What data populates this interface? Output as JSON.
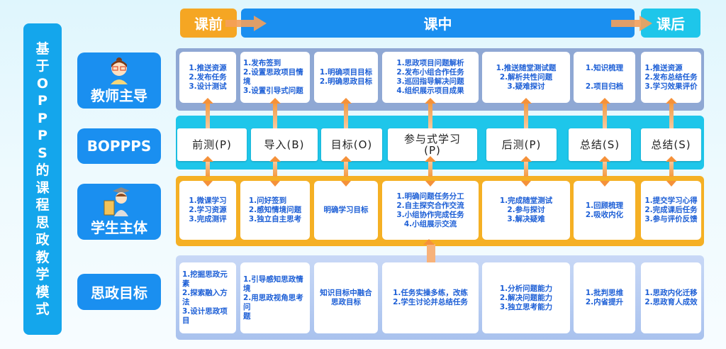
{
  "title_chars": [
    "基",
    "于",
    "O",
    "P",
    "P",
    "P",
    "S",
    "的",
    "课",
    "程",
    "思",
    "政",
    "教",
    "学",
    "模",
    "式"
  ],
  "phases": {
    "before": "课前",
    "during": "课中",
    "after": "课后"
  },
  "rows": {
    "teacher": "教师主导",
    "boppps": "BOPPPS",
    "student": "学生主体",
    "sizheng": "思政目标"
  },
  "teacher_boxes": [
    "1.推送资源\n2.发布任务\n3.设计测试",
    "1.发布签到\n2.设置思政项目情境\n3.设置引导式问题",
    "1.明确项目目标\n2.明确思政目标",
    "1.思政项目问题解析\n2.发布小组合作任务\n3.巡回指导解决问题\n4.组织展示项目成果",
    "1.推送随堂测试题\n2.解析共性问题\n3.疑难探讨",
    "1.知识梳理\n\n2.项目归档",
    "1.推送资源\n2.发布总结任务\n3.学习效果评价"
  ],
  "boppps_boxes": [
    "前测(P)",
    "导入(B)",
    "目标(O)",
    "参与式学习\n(P)",
    "后测(P)",
    "总结(S)",
    "总结(S)"
  ],
  "student_boxes": [
    "1.微课学习\n2.学习资源\n3.完成测评",
    "1.问好签到\n2.感知情境问题\n3.独立自主思考",
    "明确学习目标",
    "1.明确问题任务分工\n2.自主探究合作交流\n3.小组协作完成任务\n4.小组展示交流",
    "1.完成随堂测试\n2.参与探讨\n3.解决疑难",
    "1.回顾梳理\n2.吸收内化",
    "1.提交学习心得\n2.完成课后任务\n3.参与评价反馈"
  ],
  "sizheng_boxes": [
    "1.挖掘思政元素\n2.探索融入方法\n3.设计思政项目",
    "1.引导感知思政情境\n2.用思政视角思考问\n题",
    "知识目标中融合\n思政目标",
    "1.任务实操多练，改练\n2.学生讨论并总结任务",
    "1.分析问题能力\n2.解决问题能力\n3.独立思考能力",
    "1.批判思维\n2.内省提升",
    "1.思政内化迁移\n2.思政育人成效"
  ],
  "colors": {
    "blue": "#1a8ff0",
    "orange": "#f5a623",
    "cyan": "#1ec6ea",
    "text": "#1d5fd6"
  }
}
